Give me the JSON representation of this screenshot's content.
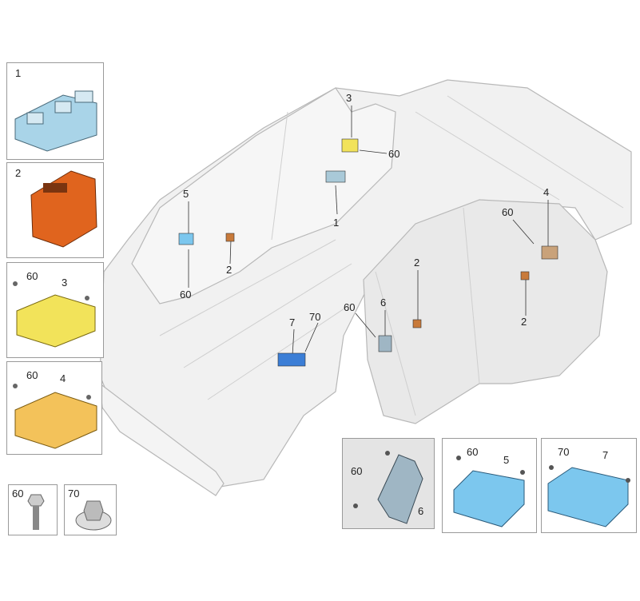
{
  "callouts": {
    "c3": "3",
    "c60a": "60",
    "c5": "5",
    "c1": "1",
    "c2a": "2",
    "c60b": "60",
    "c7": "7",
    "c70": "70",
    "c60c": "60",
    "c6": "6",
    "c2b": "2",
    "c4": "4",
    "c60d": "60",
    "c2c": "2"
  },
  "panels": {
    "p1": {
      "num": "1"
    },
    "p2": {
      "num": "2"
    },
    "p3": {
      "screw": "60",
      "num": "3"
    },
    "p4": {
      "screw": "60",
      "num": "4"
    },
    "p60": {
      "num": "60"
    },
    "p70": {
      "num": "70"
    },
    "p6": {
      "screw": "60",
      "num": "6"
    },
    "p5": {
      "screw": "60",
      "num": "5"
    },
    "p7": {
      "screw": "70",
      "num": "7"
    }
  },
  "colors": {
    "switch": "#a9d4e8",
    "module2": "#e0641e",
    "module3": "#f2e35a",
    "module4": "#f3c25a",
    "module567": "#7cc7ee"
  }
}
